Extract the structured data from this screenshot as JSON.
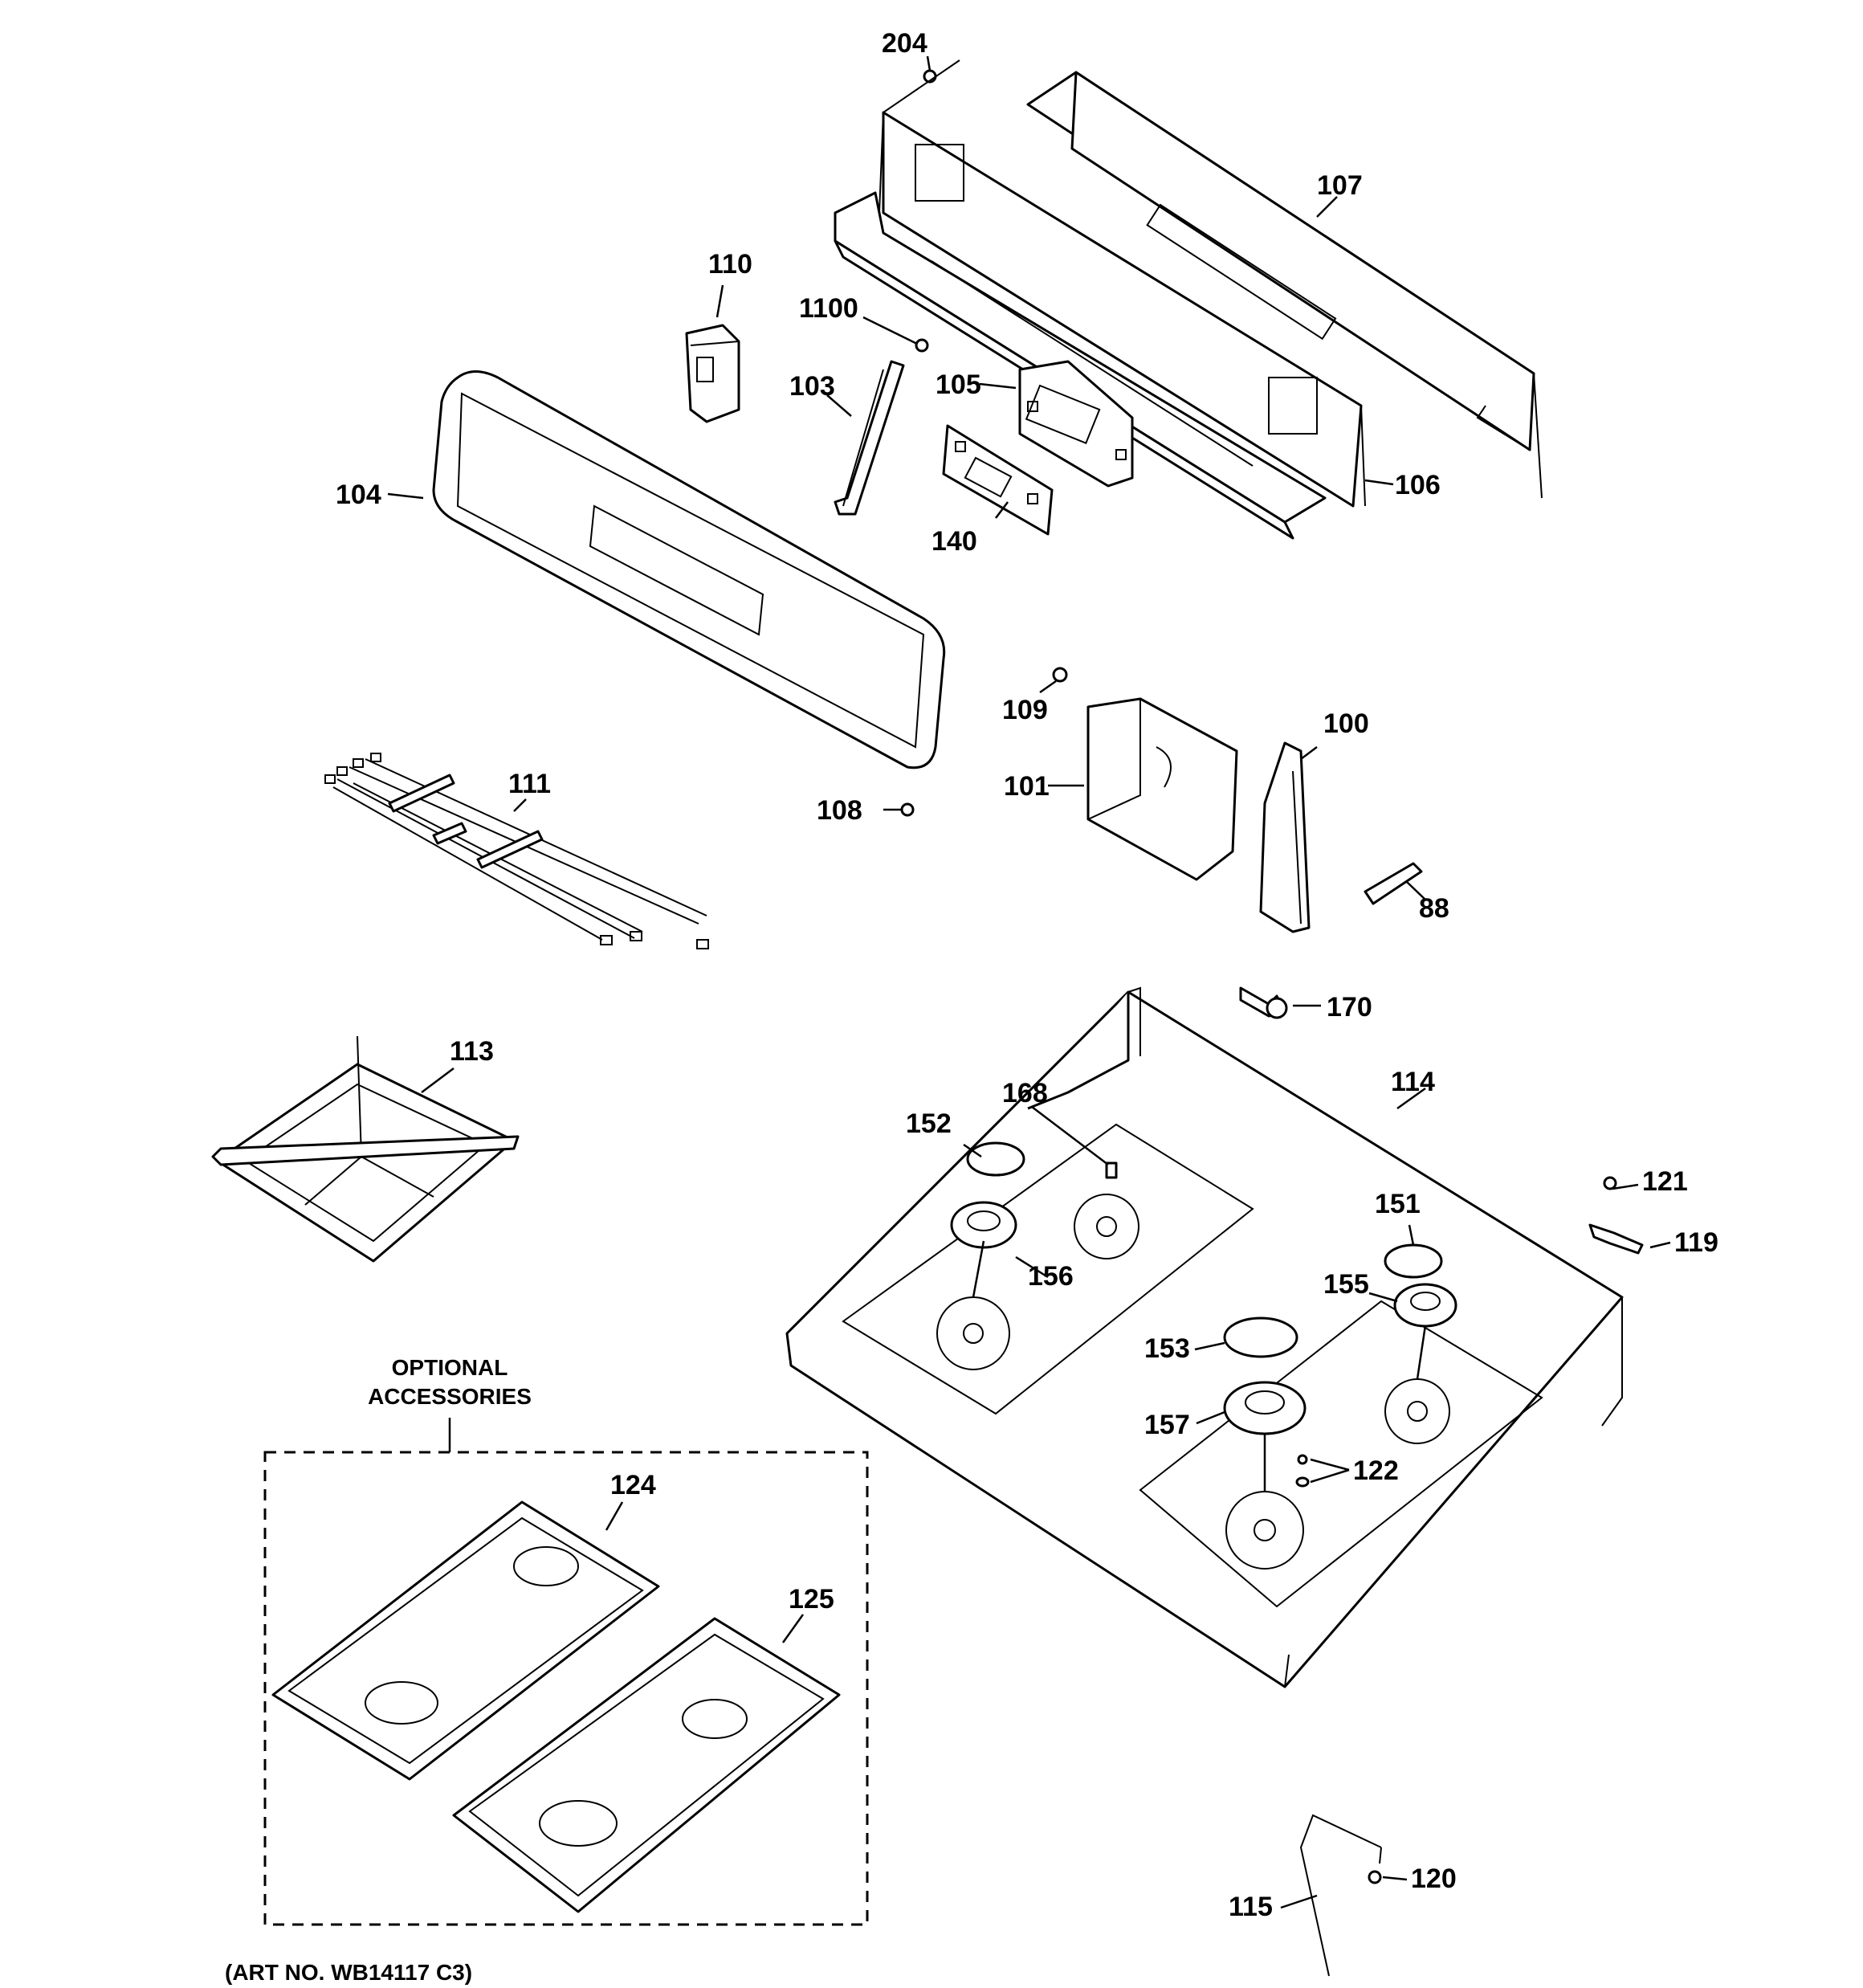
{
  "diagram": {
    "callouts": {
      "c204": "204",
      "c107": "107",
      "c110": "110",
      "c1100": "1100",
      "c103": "103",
      "c105": "105",
      "c104": "104",
      "c106": "106",
      "c140": "140",
      "c109": "109",
      "c100": "100",
      "c101": "101",
      "c111": "111",
      "c108": "108",
      "c88": "88",
      "c170": "170",
      "c113": "113",
      "c168": "168",
      "c114": "114",
      "c152": "152",
      "c121": "121",
      "c151": "151",
      "c119": "119",
      "c156": "156",
      "c155": "155",
      "c153": "153",
      "c157": "157",
      "c122": "122",
      "c124": "124",
      "c125": "125",
      "c120": "120",
      "c115": "115"
    },
    "optional_line1": "OPTIONAL",
    "optional_line2": "ACCESSORIES",
    "art_number": "(ART NO. WB14117 C3)"
  }
}
